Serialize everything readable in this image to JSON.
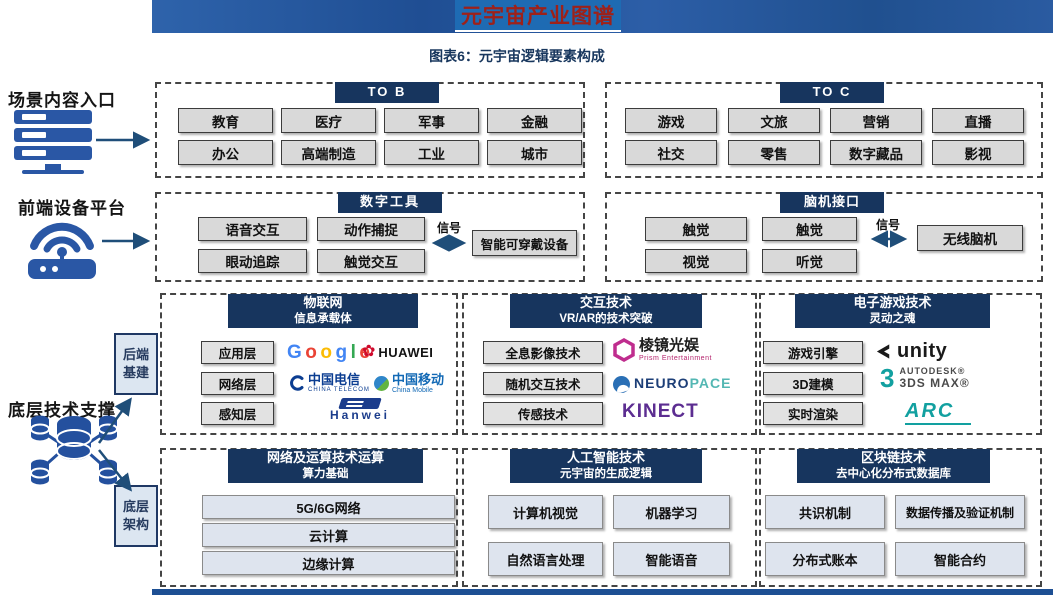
{
  "colors": {
    "navy_header": "#17355e",
    "top_bar_blue": "#2a5ca4",
    "title_box_blue": "#1e6bb3",
    "title_red": "#9e2119",
    "box_gray": "#d9d9d9",
    "box_light_blue": "#dee4ee",
    "arrow_blue": "#1f4e79",
    "google_blue": "#4285F4",
    "google_red": "#EA4335",
    "google_yellow": "#FBBC05",
    "google_green": "#34A853",
    "huawei_red": "#cf0a2c",
    "china_telecom_blue": "#0b3d91",
    "china_mobile_blue": "#1269b5",
    "prism_magenta": "#bf2d8e",
    "neuropace_navy": "#1c3e77",
    "neuropace_teal": "#53b7b3",
    "kinect_purple": "#5c2d91",
    "unity_black": "#1a1a1a",
    "autodesk_teal": "#12a0a0"
  },
  "header": {
    "title": "元宇宙产业图谱",
    "subtitle": "图表6：元宇宙逻辑要素构成"
  },
  "left_labels": {
    "scene": "场景内容入口",
    "frontend": "前端设备平台",
    "foundation": "底层技术支撑"
  },
  "side_tabs": {
    "backend": [
      "后端",
      "基建"
    ],
    "base": [
      "底层",
      "架构"
    ]
  },
  "to_b": {
    "header": "TO B",
    "items": [
      "教育",
      "医疗",
      "军事",
      "金融",
      "办公",
      "高端制造",
      "工业",
      "城市"
    ]
  },
  "to_c": {
    "header": "TO C",
    "items": [
      "游戏",
      "文旅",
      "营销",
      "直播",
      "社交",
      "零售",
      "数字藏品",
      "影视"
    ]
  },
  "digital_tools": {
    "header": "数字工具",
    "items": [
      "语音交互",
      "动作捕捉",
      "眼动追踪",
      "触觉交互"
    ],
    "signal": "信号",
    "device": "智能可穿戴设备"
  },
  "brain_interface": {
    "header": "脑机接口",
    "items": [
      "触觉",
      "触觉",
      "视觉",
      "听觉"
    ],
    "signal": "信号",
    "device": "无线脑机"
  },
  "iot": {
    "title": "物联网",
    "subtitle": "信息承载体",
    "layers": [
      "应用层",
      "网络层",
      "感知层"
    ],
    "logos": {
      "google": [
        "G",
        "o",
        "o",
        "g",
        "l",
        "e"
      ],
      "huawei": "HUAWEI",
      "telecom": "中国电信",
      "telecom_sub": "CHINA TELECOM",
      "mobile": "中国移动",
      "mobile_sub": "China Mobile",
      "hanwei": "Hanwei"
    }
  },
  "interaction": {
    "title": "交互技术",
    "subtitle": "VR/AR的技术突破",
    "items": [
      "全息影像技术",
      "随机交互技术",
      "传感技术"
    ],
    "logos": {
      "prism": "棱镜光娱",
      "prism_sub": "Prism Entertainment",
      "neuro": "NEURO",
      "pace": "PACE",
      "kinect": "KINECT"
    }
  },
  "game_tech": {
    "title": "电子游戏技术",
    "subtitle": "灵动之魂",
    "items": [
      "游戏引擎",
      "3D建模",
      "实时渲染"
    ],
    "logos": {
      "unity": "unity",
      "autodesk": "AUTODESK®",
      "max": "3DS MAX®",
      "arc": "ARC"
    }
  },
  "network": {
    "title": "网络及运算技术运算",
    "subtitle": "算力基础",
    "items": [
      "5G/6G网络",
      "云计算",
      "边缘计算"
    ]
  },
  "ai": {
    "title": "人工智能技术",
    "subtitle": "元宇宙的生成逻辑",
    "items": [
      "计算机视觉",
      "机器学习",
      "自然语言处理",
      "智能语音"
    ]
  },
  "blockchain": {
    "title": "区块链技术",
    "subtitle": "去中心化分布式数据库",
    "items": [
      "共识机制",
      "数据传播及验证机制",
      "分布式账本",
      "智能合约"
    ]
  }
}
